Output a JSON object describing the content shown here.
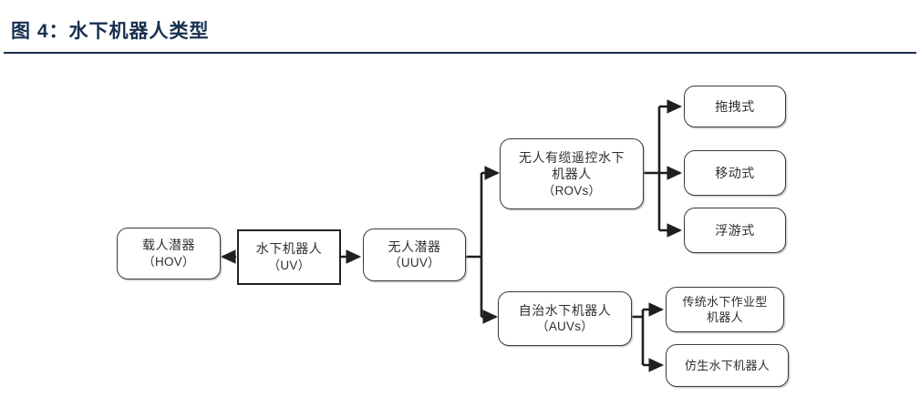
{
  "header": {
    "title": "图 4：水下机器人类型",
    "rule_color": "#17304e",
    "title_color": "#17304e"
  },
  "diagram": {
    "type": "flowchart",
    "orientation": "horizontal-tree",
    "node_border_color": "#3a3a3a",
    "root_border_color": "#222222",
    "connector_color": "#1f1f1f",
    "nodes": [
      {
        "id": "hov",
        "name": "载人潜器",
        "lines": [
          "载人潜器",
          "（HOV）"
        ],
        "line1": "载人潜器",
        "line2": "（HOV）",
        "shape": "rounded"
      },
      {
        "id": "uv",
        "name": "水下机器人",
        "lines": [
          "水下机器人",
          "（UV）"
        ],
        "line1": "水下机器人",
        "line2": "（UV）",
        "shape": "rectangle",
        "role": "root"
      },
      {
        "id": "uuv",
        "name": "无人潜器",
        "lines": [
          "无人潜器",
          "（UUV）"
        ],
        "line1": "无人潜器",
        "line2": "（UUV）",
        "shape": "rounded"
      },
      {
        "id": "rovs",
        "name": "无人有缆遥控水下机器人",
        "lines": [
          "无人有缆遥控水下",
          "机器人",
          "（ROVs）"
        ],
        "line1": "无人有缆遥控水下",
        "line2": "机器人",
        "line3": "（ROVs）",
        "shape": "rounded"
      },
      {
        "id": "auvs",
        "name": "自治水下机器人",
        "lines": [
          "自治水下机器人",
          "（AUVs）"
        ],
        "line1": "自治水下机器人",
        "line2": "（AUVs）",
        "shape": "rounded"
      },
      {
        "id": "rov-towed",
        "name": "拖拽式",
        "lines": [
          "拖拽式"
        ],
        "line1": "拖拽式",
        "shape": "rounded"
      },
      {
        "id": "rov-mobile",
        "name": "移动式",
        "lines": [
          "移动式"
        ],
        "line1": "移动式",
        "shape": "rounded"
      },
      {
        "id": "rov-floating",
        "name": "浮游式",
        "lines": [
          "浮游式"
        ],
        "line1": "浮游式",
        "shape": "rounded"
      },
      {
        "id": "auv-traditional",
        "name": "传统水下作业型机器人",
        "lines": [
          "传统水下作业型",
          "机器人"
        ],
        "line1": "传统水下作业型",
        "line2": "机器人",
        "shape": "rounded"
      },
      {
        "id": "auv-bionic",
        "name": "仿生水下机器人",
        "lines": [
          "仿生水下机器人"
        ],
        "line1": "仿生水下机器人",
        "shape": "rounded"
      }
    ],
    "edges": [
      {
        "from": "uv",
        "to": "hov",
        "direction": "left",
        "arrow": true
      },
      {
        "from": "uv",
        "to": "uuv",
        "direction": "right",
        "arrow": true
      },
      {
        "from": "uuv",
        "to": "rovs",
        "direction": "right-up",
        "arrow": true
      },
      {
        "from": "uuv",
        "to": "auvs",
        "direction": "right-down",
        "arrow": true
      },
      {
        "from": "rovs",
        "to": "rov-towed",
        "direction": "right-up",
        "arrow": true
      },
      {
        "from": "rovs",
        "to": "rov-mobile",
        "direction": "right",
        "arrow": true
      },
      {
        "from": "rovs",
        "to": "rov-floating",
        "direction": "right-down",
        "arrow": true
      },
      {
        "from": "auvs",
        "to": "auv-traditional",
        "direction": "right-up",
        "arrow": true
      },
      {
        "from": "auvs",
        "to": "auv-bionic",
        "direction": "right-down",
        "arrow": true
      }
    ]
  }
}
